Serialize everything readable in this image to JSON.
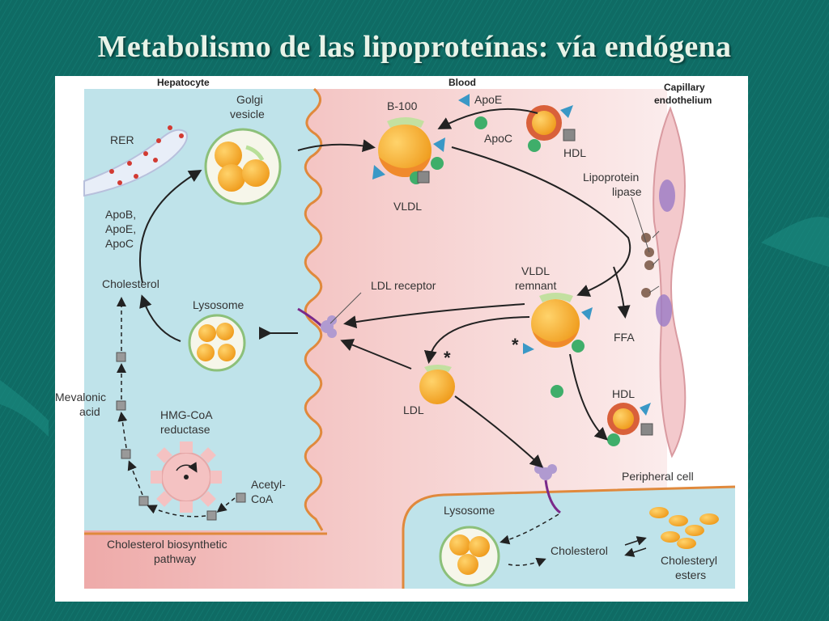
{
  "title": "Metabolismo de las lipoproteínas: vía endógena",
  "labels": {
    "hepatocyte": "Hepatocyte",
    "blood": "Blood",
    "capillary_1": "Capillary",
    "capillary_2": "endothelium",
    "golgi_1": "Golgi",
    "golgi_2": "vesicle",
    "rer": "RER",
    "b100": "B-100",
    "apoe": "ApoE",
    "apoc": "ApoC",
    "hdl_top": "HDL",
    "vldl": "VLDL",
    "lpl_1": "Lipoprotein",
    "lpl_2": "lipase",
    "apo_1": "ApoB,",
    "apo_2": "ApoE,",
    "apo_3": "ApoC",
    "cholesterol_left": "Cholesterol",
    "ldl_receptor": "LDL receptor",
    "vldl_remnant_1": "VLDL",
    "vldl_remnant_2": "remnant",
    "lysosome_left": "Lysosome",
    "ffa": "FFA",
    "mevalonic_1": "Mevalonic",
    "mevalonic_2": "acid",
    "hmg_1": "HMG-CoA",
    "hmg_2": "reductase",
    "ldl": "LDL",
    "hdl_bottom": "HDL",
    "acetyl_1": "Acetyl-",
    "acetyl_2": "CoA",
    "peripheral": "Peripheral cell",
    "lysosome_right": "Lysosome",
    "cholesterol_right": "Cholesterol",
    "esters_1": "Cholesteryl",
    "esters_2": "esters",
    "pathway_1": "Cholesterol biosynthetic",
    "pathway_2": "pathway",
    "star": "*"
  },
  "colors": {
    "slide_bg": "#0f6b64",
    "title_text": "#e8f3e8",
    "hepatocyte": "#bfe3ea",
    "blood": "#f0b8b8",
    "lipoprotein_core": "#f6ad2c",
    "apo_triangle": "#3a98c6",
    "apo_circle": "#3fae6a",
    "hdl_ring": "#d9603a"
  }
}
